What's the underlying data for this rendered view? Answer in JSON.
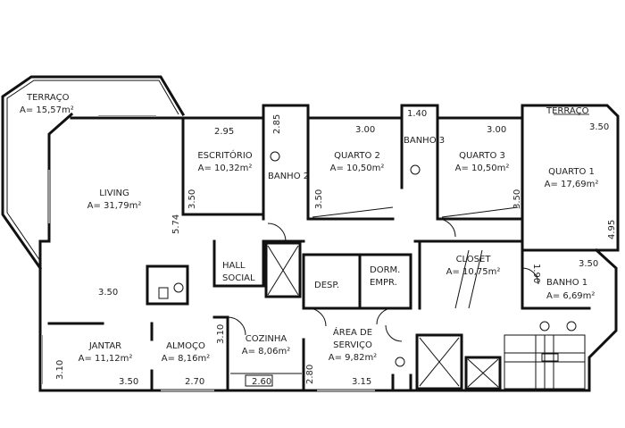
{
  "rooms": {
    "terraco": {
      "name": "TERRAÇO",
      "area": "A= 15,57m²"
    },
    "terraco_small": {
      "name": "TERRAÇO"
    },
    "living": {
      "name": "LIVING",
      "area": "A= 31,79m²"
    },
    "escritorio": {
      "name": "ESCRITÓRIO",
      "area": "A= 10,32m²"
    },
    "banho2": {
      "name": "BANHO 2"
    },
    "quarto2": {
      "name": "QUARTO 2",
      "area": "A= 10,50m²"
    },
    "banho3": {
      "name": "BANHO 3"
    },
    "quarto3": {
      "name": "QUARTO 3",
      "area": "A= 10,50m²"
    },
    "quarto1": {
      "name": "QUARTO 1",
      "area": "A= 17,69m²"
    },
    "hall_social": {
      "name1": "HALL",
      "name2": "SOCIAL"
    },
    "desp": {
      "name": "DESP."
    },
    "dorm_empr": {
      "name1": "DORM.",
      "name2": "EMPR."
    },
    "closet": {
      "name": "CLOSET",
      "area": "A= 10,75m²"
    },
    "banho1": {
      "name": "BANHO 1",
      "area": "A= 6,69m²"
    },
    "jantar": {
      "name": "JANTAR",
      "area": "A= 11,12m²"
    },
    "almoco": {
      "name": "ALMOÇO",
      "area": "A= 8,16m²"
    },
    "cozinha": {
      "name": "COZINHA",
      "area": "A= 8,06m²"
    },
    "area_servico": {
      "name1": "ÁREA DE",
      "name2": "SERVIÇO",
      "area": "A= 9,82m²"
    }
  },
  "dimensions": {
    "escritorio_w": "2.95",
    "escritorio_h": "3.50",
    "banho2_h": "2.85",
    "quarto2_w": "3.00",
    "quarto2_h": "3.50",
    "banho3_w": "1.40",
    "quarto3_w": "3.00",
    "quarto3_h": "3.50",
    "quarto1_w": "3.50",
    "quarto1_h": "4.95",
    "living_h": "5.74",
    "living_w": "3.50",
    "banho1_w": "3.50",
    "banho1_h": "1.90",
    "jantar_h": "3.10",
    "jantar_w": "3.50",
    "almoco_w": "2.70",
    "almoco_h": "3.10",
    "cozinha_w": "2.60",
    "servico_h": "2.80",
    "servico_w": "3.15"
  }
}
